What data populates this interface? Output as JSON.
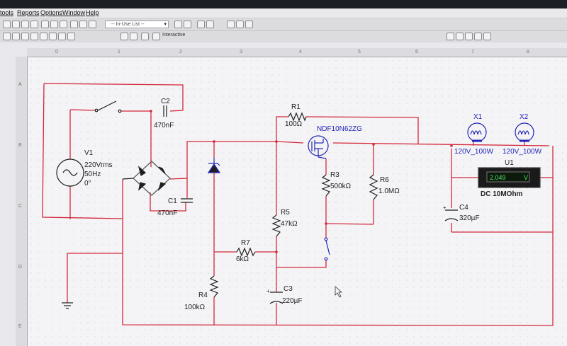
{
  "menubar": {
    "items": [
      "tools",
      "Reports",
      "Options",
      "Window",
      "Help"
    ]
  },
  "toolbar": {
    "in_use_list": "-- In-Use List --",
    "interactive_label": "Interactive"
  },
  "rulers": {
    "columns": [
      "0",
      "1",
      "2",
      "3",
      "4",
      "5",
      "6",
      "7",
      "8"
    ],
    "rows": [
      "A",
      "B",
      "C",
      "D",
      "E"
    ]
  },
  "schematic": {
    "v1": {
      "ref": "V1",
      "value": "220Vrms",
      "freq": "50Hz",
      "phase": "0°"
    },
    "c2": {
      "ref": "C2",
      "value": "470nF"
    },
    "c1": {
      "ref": "C1",
      "value": "470nF"
    },
    "r1": {
      "ref": "R1",
      "value": "100Ω"
    },
    "q1": {
      "model": "NDF10N62ZG"
    },
    "r3": {
      "ref": "R3",
      "value": "500kΩ"
    },
    "r6": {
      "ref": "R6",
      "value": "1.0MΩ"
    },
    "r5": {
      "ref": "R5",
      "value": "47kΩ"
    },
    "r7": {
      "ref": "R7",
      "value": "6kΩ"
    },
    "r4": {
      "ref": "R4",
      "value": "100kΩ"
    },
    "c3": {
      "ref": "C3",
      "value": "220µF"
    },
    "c4": {
      "ref": "C4",
      "value": "320µF"
    },
    "x1": {
      "ref": "X1",
      "value": "120V_100W"
    },
    "x2": {
      "ref": "X2",
      "value": "120V_100W"
    },
    "u1": {
      "ref": "U1",
      "reading": "2.049",
      "unit": "V",
      "mode": "DC  10MOhm"
    }
  },
  "colors": {
    "wire": "#d2283c",
    "component": "#1f1f1f",
    "label": "#222222",
    "instrument": "#2424b8",
    "meter_display": "#53e06b"
  }
}
